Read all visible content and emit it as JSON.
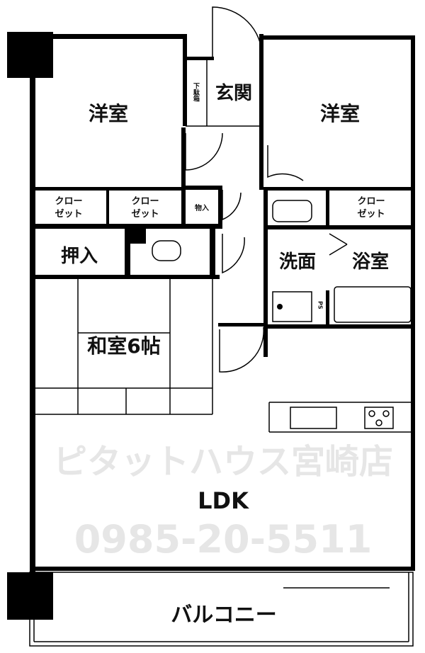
{
  "rooms": {
    "western_room_left": "洋室",
    "entrance": "玄関",
    "shoe_box": "下駄箱",
    "western_room_right": "洋室",
    "closet_1": "クロー\nゼット",
    "closet_label_a": "クロー",
    "closet_label_b": "ゼット",
    "storage": "物入",
    "oshiire": "押入",
    "washroom": "洗面",
    "bathroom": "浴室",
    "pipe_space": "PS",
    "japanese_room": "和室6帖",
    "ldk": "LDK",
    "balcony": "バルコニー"
  },
  "watermark": {
    "shop": "ピタットハウス宮崎店",
    "phone": "0985-20-5511"
  }
}
